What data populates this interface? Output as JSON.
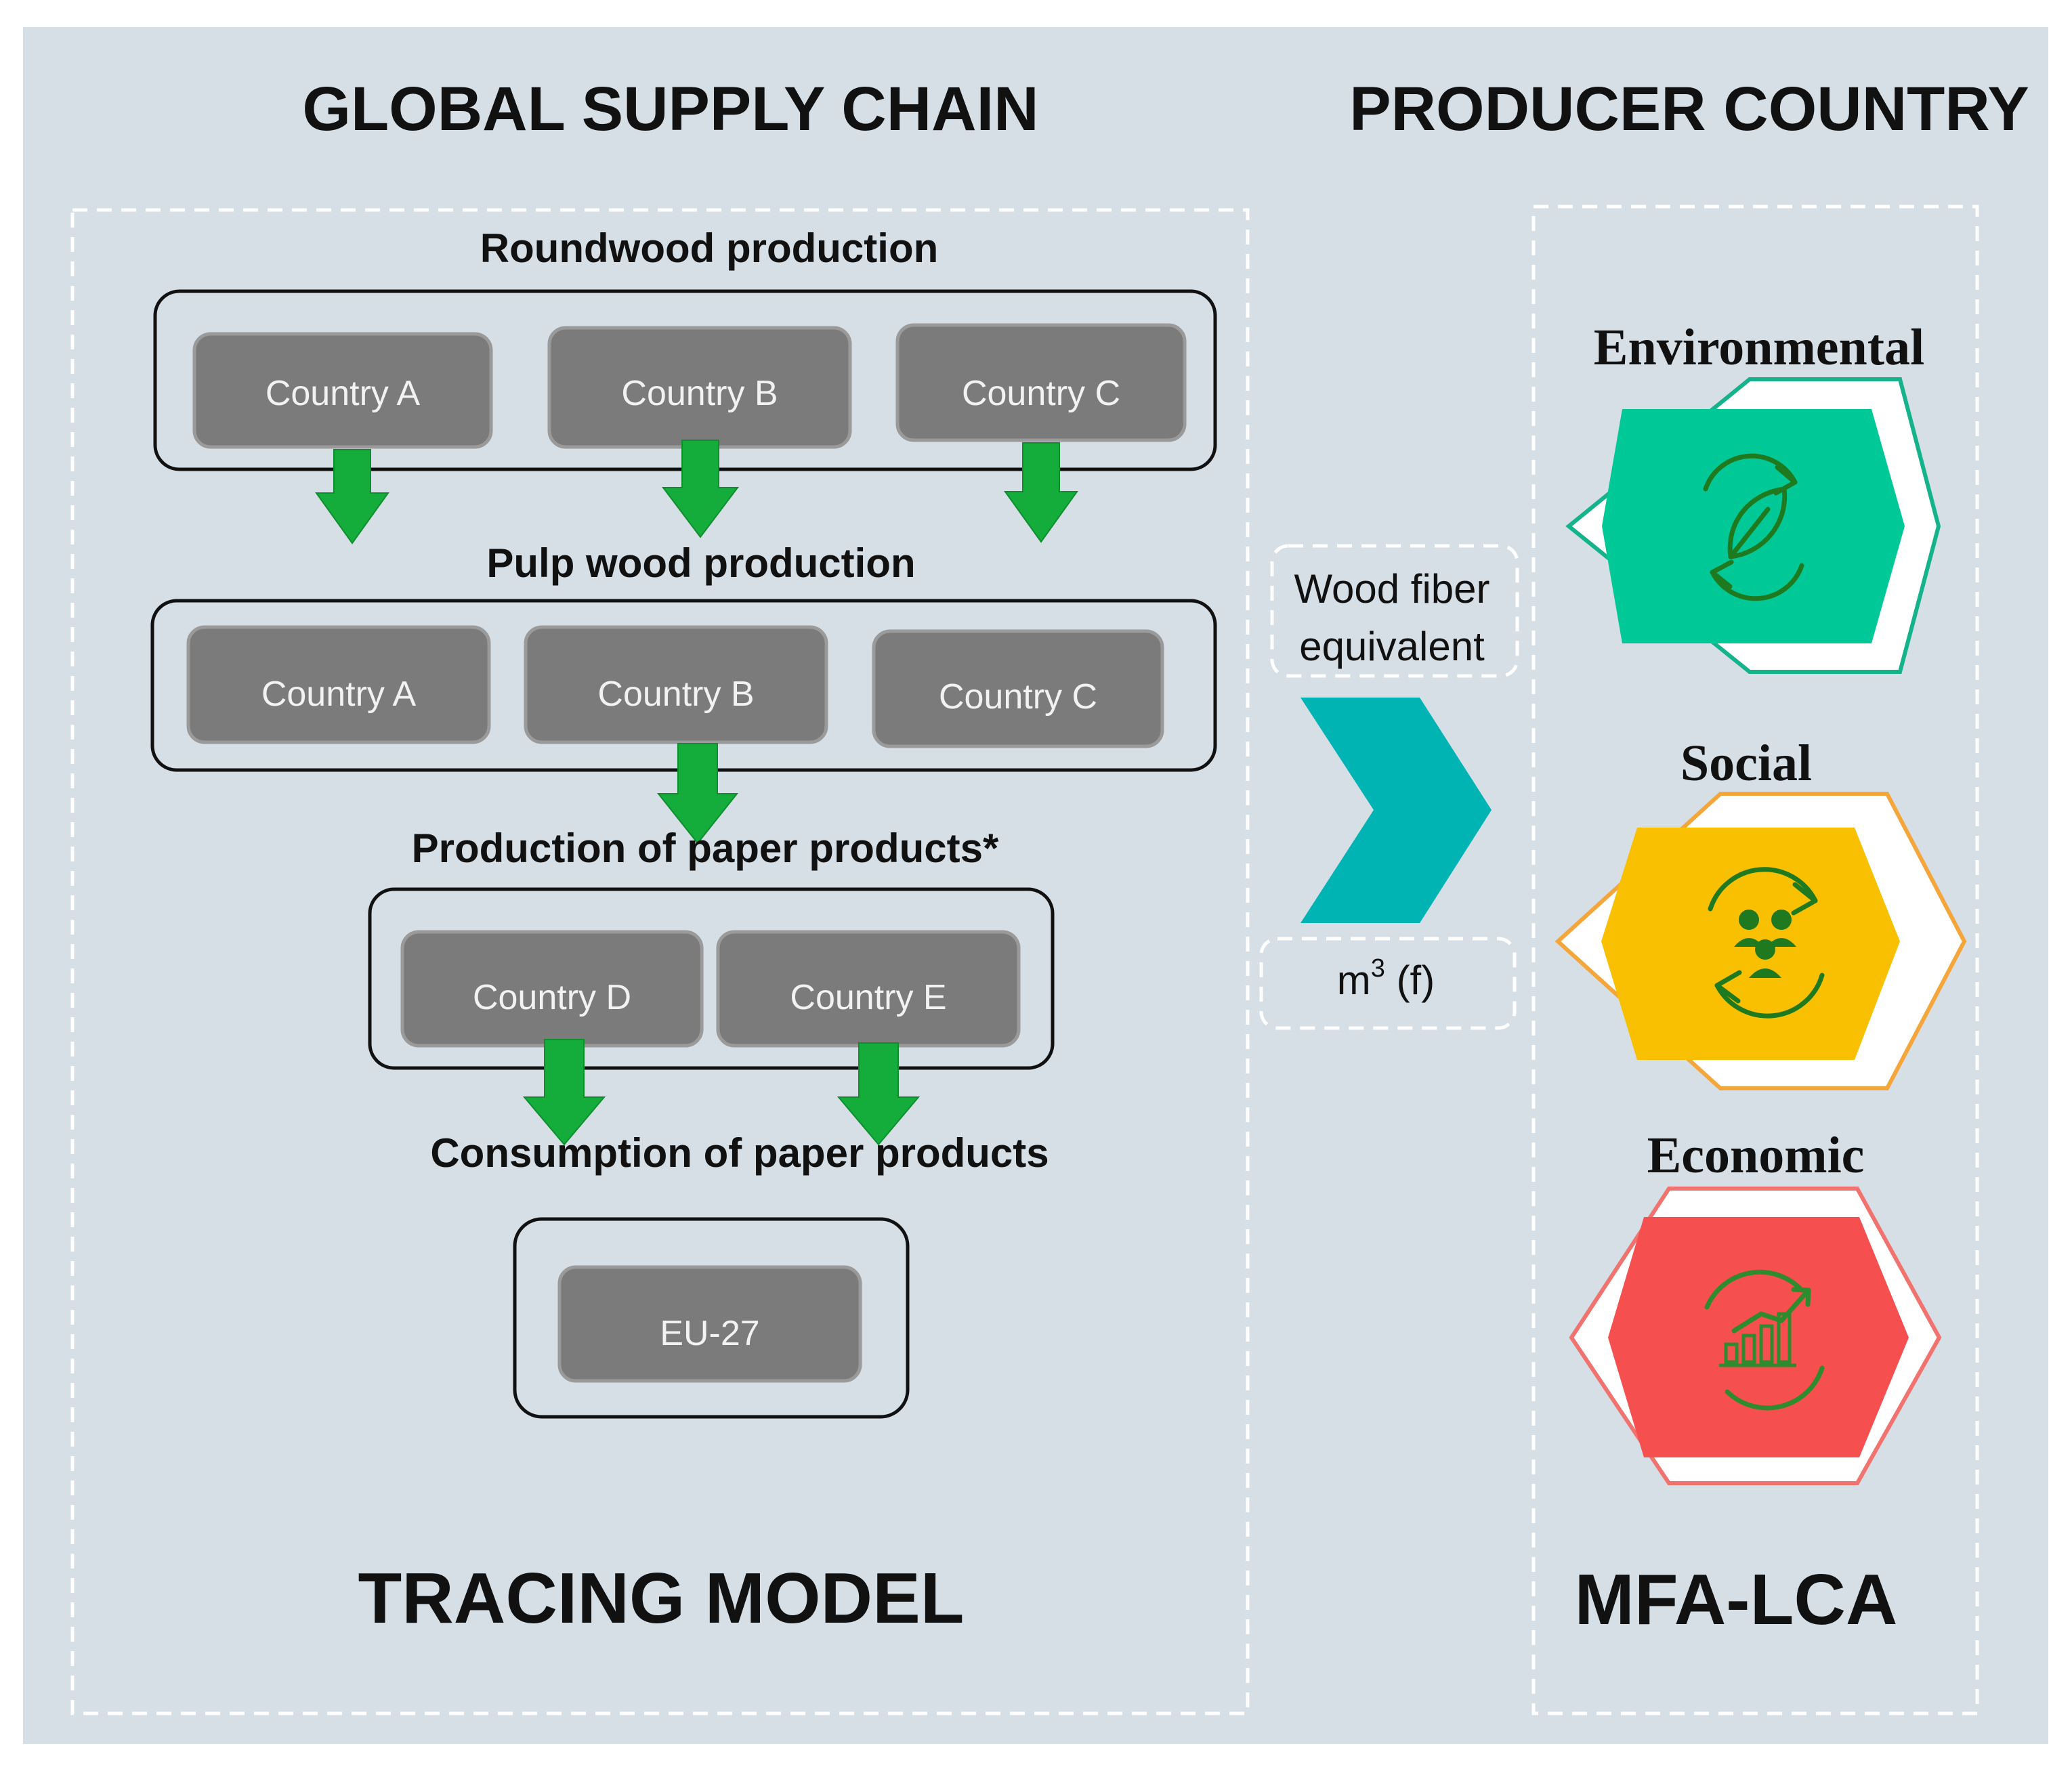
{
  "headers": {
    "left": "GLOBAL SUPPLY CHAIN",
    "right": "PRODUCER COUNTRY"
  },
  "stages": [
    {
      "title": "Roundwood production",
      "countries": [
        "Country A",
        "Country B",
        "Country C"
      ]
    },
    {
      "title": "Pulp wood production",
      "countries": [
        "Country A",
        "Country B",
        "Country C"
      ]
    },
    {
      "title": "Production of paper products*",
      "countries": [
        "Country D",
        "Country E"
      ]
    },
    {
      "title": "Consumption of paper products",
      "countries": [
        "EU-27"
      ]
    }
  ],
  "unit": {
    "top_line1": "Wood fiber",
    "top_line2": "equivalent",
    "bottom": "m",
    "bottom_sup": "3",
    "bottom_suffix": " (f)"
  },
  "pillars": [
    {
      "label": "Environmental",
      "icon": "leaf-cycle-icon",
      "fill": "#00c896",
      "border": "#14b38c"
    },
    {
      "label": "Social",
      "icon": "people-cycle-icon",
      "fill": "#f8c000",
      "border": "#f4a63a"
    },
    {
      "label": "Economic",
      "icon": "growth-chart-icon",
      "fill": "#f5504f",
      "border": "#f0736f"
    }
  ],
  "footers": {
    "left": "TRACING MODEL",
    "right": "MFA-LCA"
  },
  "colors": {
    "background": "#d6dee6",
    "arrow_green": "#14ad3c",
    "chevron_teal": "#00b4b4",
    "box_grey": "#7b7b7b",
    "icon_green": "#1f7a1f"
  }
}
